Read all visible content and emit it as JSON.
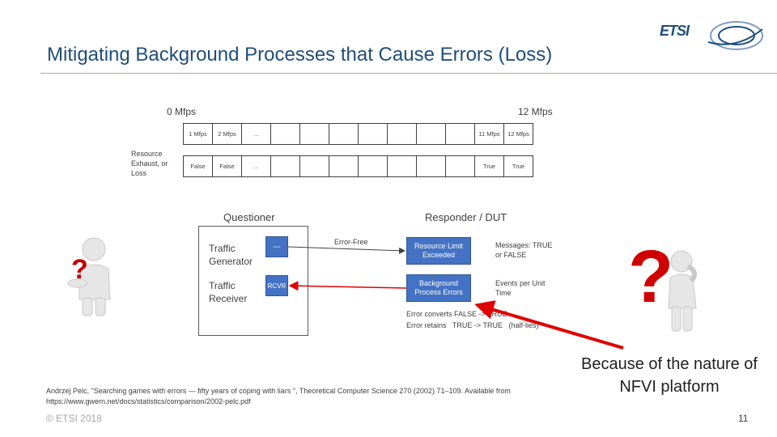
{
  "slide": {
    "title": "Mitigating Background Processes that Cause Errors (Loss)",
    "logo_text": "ETSI",
    "page_number": "11",
    "copyright": "© ETSI 2018"
  },
  "scale": {
    "min_label": "0 Mfps",
    "max_label": "12 Mfps"
  },
  "grid": {
    "row_label": "Resource Exhaust, or Loss",
    "rate_cells": [
      "1 Mfps",
      "2 Mfps",
      "…",
      "",
      "",
      "",
      "",
      "",
      "",
      "",
      "11 Mfps",
      "12 Mfps"
    ],
    "result_cells": [
      "False",
      "False",
      "…",
      "",
      "",
      "",
      "",
      "",
      "",
      "",
      "True",
      "True"
    ]
  },
  "diagram": {
    "questioner_label": "Questioner",
    "responder_label": "Responder / DUT",
    "traffic_generator": "Traffic Generator",
    "traffic_receiver": "Traffic Receiver",
    "gen_port": "~~",
    "rcvr_port": "RCVR",
    "error_free": "Error-Free",
    "resource_limit": "Resource Limit Exceeded",
    "background_errors": "Background Process Errors",
    "messages": "Messages: TRUE or FALSE",
    "events": "Events per Unit Time",
    "error_converts": "Error converts FALSE -> TRUE",
    "error_retains": "Error retains   TRUE -> TRUE   (half-lies)"
  },
  "callout": {
    "text": "Because of the nature of NFVI platform"
  },
  "reference": "Andrzej Pelc, \"Searching games with errors — fifty years of coping with liars \", Theoretical Computer Science 270 (2002) 71–109. Available from https://www.gwern.net/docs/statistics/comparison/2002-pelc.pdf",
  "colors": {
    "title": "#1f4e79",
    "dut_box": "#4472c4",
    "arrow": "#e00000"
  }
}
